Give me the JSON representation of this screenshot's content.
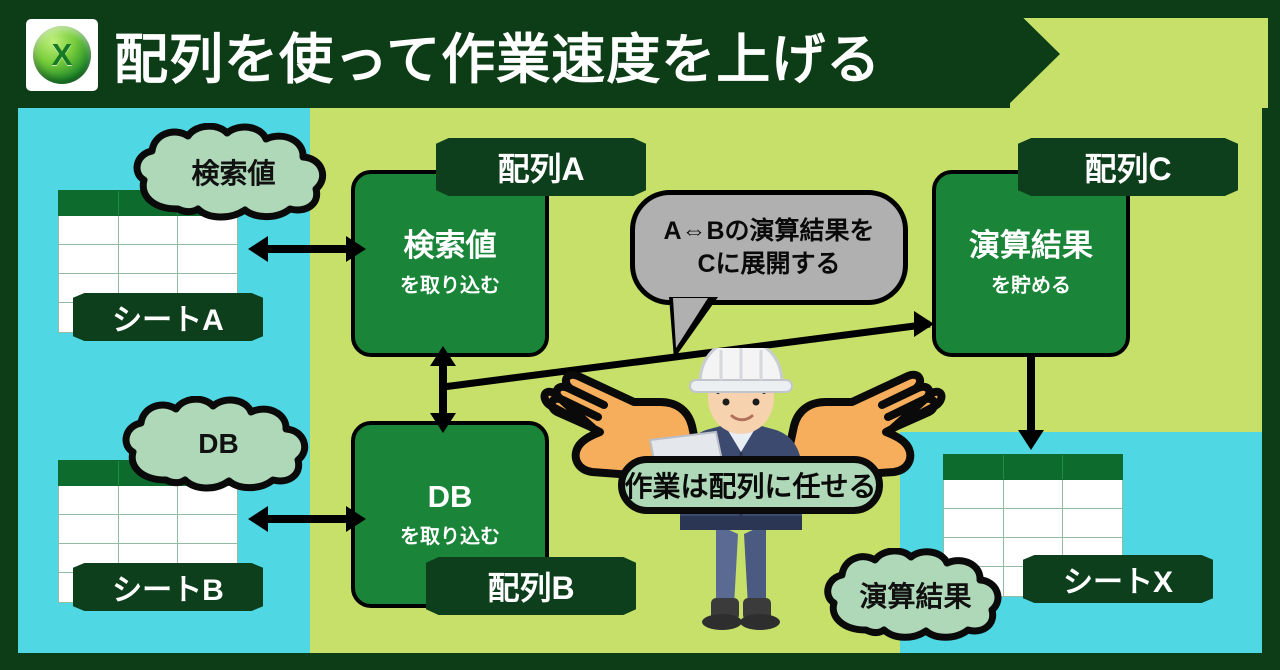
{
  "header": {
    "logo_glyph": "X",
    "logo_name": "excel-logo",
    "title": "配列を使って作業速度を上げる"
  },
  "colors": {
    "dark_green": "#0d3d16",
    "header_band": "#0d3d16",
    "lime": "#c6e06a",
    "cyan": "#4fd8e3",
    "box_green": "#1a8539",
    "ribbon_green": "#0e3f1c",
    "cloud_green": "#aed8b8",
    "bubble_gray": "#b0b0b0",
    "sheet_header": "#0d6b2e",
    "hand_orange": "#f7ae5c",
    "uniform_navy": "#3d4a70",
    "helmet_white": "#f2f2f2"
  },
  "sheets": [
    {
      "name": "sheet-a",
      "label": "シートA",
      "columns": 3,
      "rows": 4
    },
    {
      "name": "sheet-b",
      "label": "シートB",
      "columns": 3,
      "rows": 4
    },
    {
      "name": "sheet-x",
      "label": "シートX",
      "columns": 3,
      "rows": 4
    }
  ],
  "clouds": [
    {
      "name": "cloud-search-value",
      "label": "検索値"
    },
    {
      "name": "cloud-db",
      "label": "DB"
    },
    {
      "name": "cloud-result",
      "label": "演算結果"
    }
  ],
  "arrays": [
    {
      "name": "array-a",
      "ribbon": "配列A",
      "ribbon_position": "top",
      "title": "検索値",
      "subtitle": "を取り込む"
    },
    {
      "name": "array-b",
      "ribbon": "配列B",
      "ribbon_position": "bottom",
      "title": "DB",
      "subtitle": "を取り込む"
    },
    {
      "name": "array-c",
      "ribbon": "配列C",
      "ribbon_position": "top",
      "title": "演算結果",
      "subtitle": "を貯める"
    }
  ],
  "bubbles": {
    "operation": {
      "name": "bubble-operation",
      "line1": "A⇔Bの演算結果を",
      "line2": "Cに展開する"
    },
    "delegate": {
      "name": "bubble-delegate",
      "label": "作業は配列に任せる"
    }
  },
  "arrows": [
    {
      "name": "arrow-sheet-a-to-array-a",
      "type": "double-horizontal"
    },
    {
      "name": "arrow-sheet-b-to-array-b",
      "type": "double-horizontal"
    },
    {
      "name": "arrow-array-a-to-array-b",
      "type": "double-vertical"
    },
    {
      "name": "arrow-to-array-c",
      "type": "diagonal-right"
    },
    {
      "name": "arrow-array-c-to-sheet-x",
      "type": "down"
    }
  ],
  "worker": {
    "name": "worker-illustration",
    "helmet": "hard-hat",
    "holding": "clipboard"
  }
}
